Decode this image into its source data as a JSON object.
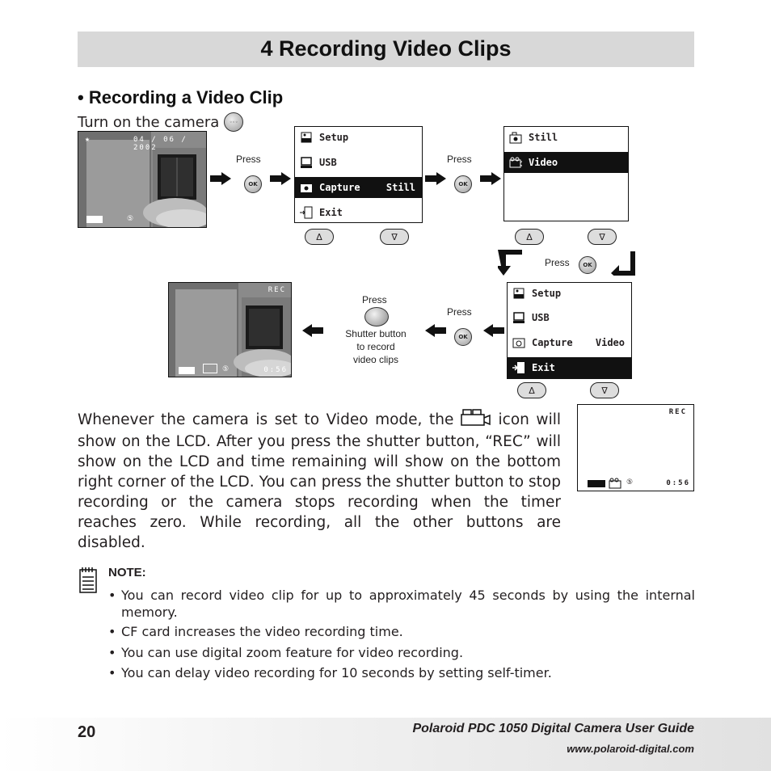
{
  "page": {
    "title": "4 Recording Video Clips",
    "section_heading": "• Recording a Video Clip",
    "turn_on_text": "Turn on the camera"
  },
  "diagram": {
    "press_label": "Press",
    "ok_label": "OK",
    "photo1_date": "04 / 06 / 2002",
    "photo2_rec": "REC",
    "photo2_time": "0:56",
    "menu1": [
      {
        "icon": "setup-icon",
        "label": "Setup",
        "value": ""
      },
      {
        "icon": "usb-icon",
        "label": "USB",
        "value": ""
      },
      {
        "icon": "capture-icon",
        "label": "Capture",
        "value": "Still"
      },
      {
        "icon": "exit-icon",
        "label": "Exit",
        "value": ""
      }
    ],
    "menu2": [
      {
        "icon": "still-icon",
        "label": "Still"
      },
      {
        "icon": "video-icon",
        "label": "Video"
      }
    ],
    "menu3": [
      {
        "icon": "setup-icon",
        "label": "Setup",
        "value": ""
      },
      {
        "icon": "usb-icon",
        "label": "USB",
        "value": ""
      },
      {
        "icon": "capture-icon",
        "label": "Capture",
        "value": "Video"
      },
      {
        "icon": "exit-icon",
        "label": "Exit",
        "value": ""
      }
    ],
    "up_glyph": "Δ",
    "down_glyph": "∇",
    "shutter_caption_1": "Shutter button",
    "shutter_caption_2": "to record",
    "shutter_caption_3": "video clips",
    "lcd_rec": "REC",
    "lcd_time": "0:56"
  },
  "body": {
    "text_before_icon": "Whenever the camera is set to Video mode, the",
    "text_after_icon": "icon will show on the LCD. After you press the shutter button, “REC” will show on the LCD and time remaining will show on the bottom right corner of the LCD. You can press the shutter button to stop recording or the camera stops recording when the timer reaches zero. While recording, all the other buttons are disabled."
  },
  "note": {
    "label": "NOTE:",
    "items": [
      "You can record video clip for up to approximately 45 seconds by using the internal memory.",
      "CF card increases the video recording time.",
      "You can use digital zoom feature for video recording.",
      "You can delay video recording for 10 seconds by setting self-timer."
    ]
  },
  "footer": {
    "page_number": "20",
    "guide_title": "Polaroid PDC 1050 Digital Camera User Guide",
    "url": "www.polaroid-digital.com"
  }
}
